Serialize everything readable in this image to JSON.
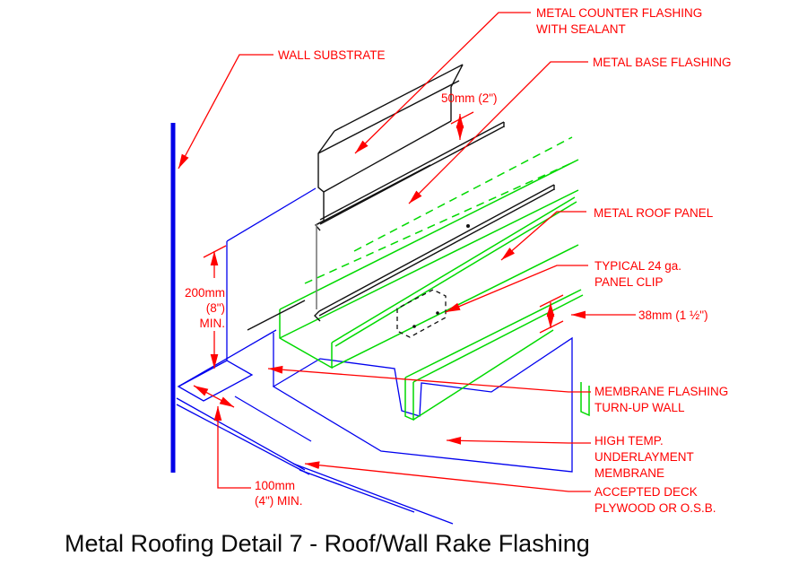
{
  "title": "Metal Roofing Detail 7 - Roof/Wall Rake Flashing",
  "colors": {
    "annotation_red": "#ff0000",
    "membrane_blue": "#0000ee",
    "panel_green": "#00d900",
    "flashing_black": "#111111",
    "hidden_gray": "#7a7a7a"
  },
  "labels": {
    "wall_substrate": "WALL SUBSTRATE",
    "counter_flashing_1": "METAL COUNTER FLASHING",
    "counter_flashing_2": "WITH SEALANT",
    "base_flashing": "METAL BASE FLASHING",
    "roof_panel": "METAL ROOF PANEL",
    "panel_clip_1": "TYPICAL 24 ga.",
    "panel_clip_2": "PANEL CLIP",
    "membrane_1": "MEMBRANE FLASHING",
    "membrane_2": "TURN-UP WALL",
    "underlayment_1": "HIGH TEMP.",
    "underlayment_2": "UNDERLAYMENT",
    "underlayment_3": "MEMBRANE",
    "deck_1": "ACCEPTED DECK",
    "deck_2": "PLYWOOD OR O.S.B."
  },
  "dimensions": {
    "lap_50": "50mm (2\")",
    "rib_38": "38mm (1 ½\")",
    "turnup_200_1": "200mm",
    "turnup_200_2": "(8\")",
    "turnup_200_3": "MIN.",
    "deck_100_1": "100mm",
    "deck_100_2": "(4\") MIN."
  }
}
